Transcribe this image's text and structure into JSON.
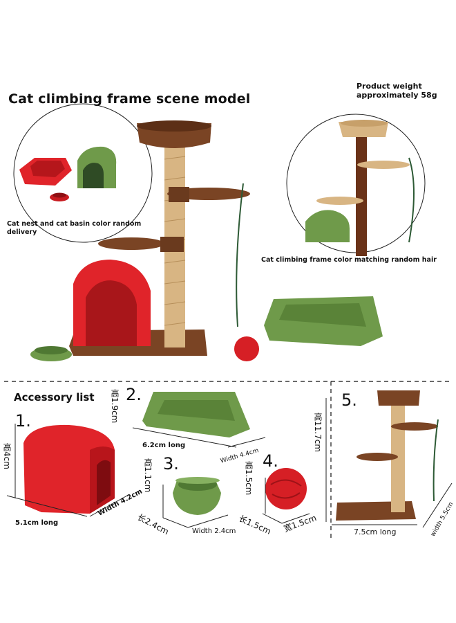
{
  "header": {
    "title": "Cat climbing frame scene model",
    "weight_note": "Product weight approximately 58g"
  },
  "notes": {
    "nest_note": "Cat nest and cat basin color random delivery",
    "frame_note": "Cat climbing frame color matching random hair"
  },
  "accessories": {
    "heading": "Accessory list",
    "items": [
      {
        "number": "1.",
        "height": "高4cm",
        "length": "5.1cm long",
        "width": "Width 4.2cm"
      },
      {
        "number": "2.",
        "height": "高1.9cm",
        "length": "6.2cm long",
        "width": "Width 4.4cm"
      },
      {
        "number": "3.",
        "height": "高1.1cm",
        "length": "长2.4cm",
        "width": "Width 2.4cm"
      },
      {
        "number": "4.",
        "height": "高1.5cm",
        "length": "长1.5cm",
        "width": "宽1.5cm"
      },
      {
        "number": "5.",
        "height": "高11.7cm",
        "length": "7.5cm long",
        "width": "width 5.5cm"
      }
    ]
  },
  "colors": {
    "brown": "#7a4424",
    "tan": "#d8b583",
    "red": "#e0242a",
    "green": "#6f9a4a",
    "rope": "#2d5a35"
  }
}
